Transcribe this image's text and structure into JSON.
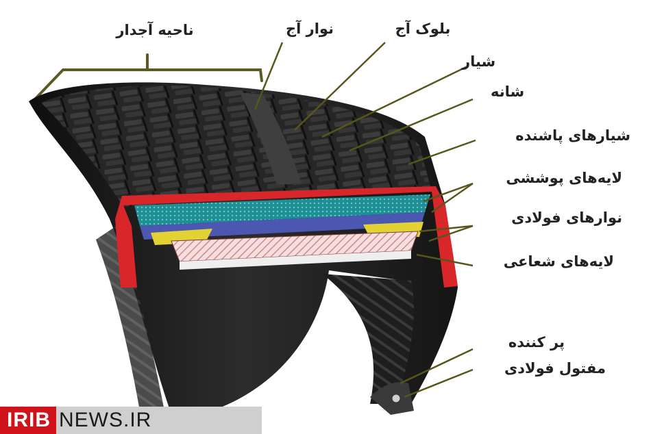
{
  "labels": {
    "tread_zone": "ناحیه آجدار",
    "tread_strip": "نوار آج",
    "tread_block": "بلوک آج",
    "groove": "شیار",
    "shoulder": "شانه",
    "sipes": "شیارهای پاشنده",
    "cap_plies": "لایه‌های پوششی",
    "steel_belts": "نوارهای فولادی",
    "radial_plies": "لایه‌های شعاعی",
    "filler": "پر کننده",
    "steel_wire": "مفتول فولادی"
  },
  "watermark": {
    "brand_box": "IRIB",
    "brand_rest": "NEWS.IR"
  },
  "colors": {
    "rubber": "#1c1c1c",
    "red_layer": "#d8262a",
    "teal_layer": "#1f8f96",
    "blue_layer": "#4b57b0",
    "yellow_belt": "#e2d233",
    "pink_hatch": "#e9b7b7",
    "leader_line": "#57561b"
  }
}
